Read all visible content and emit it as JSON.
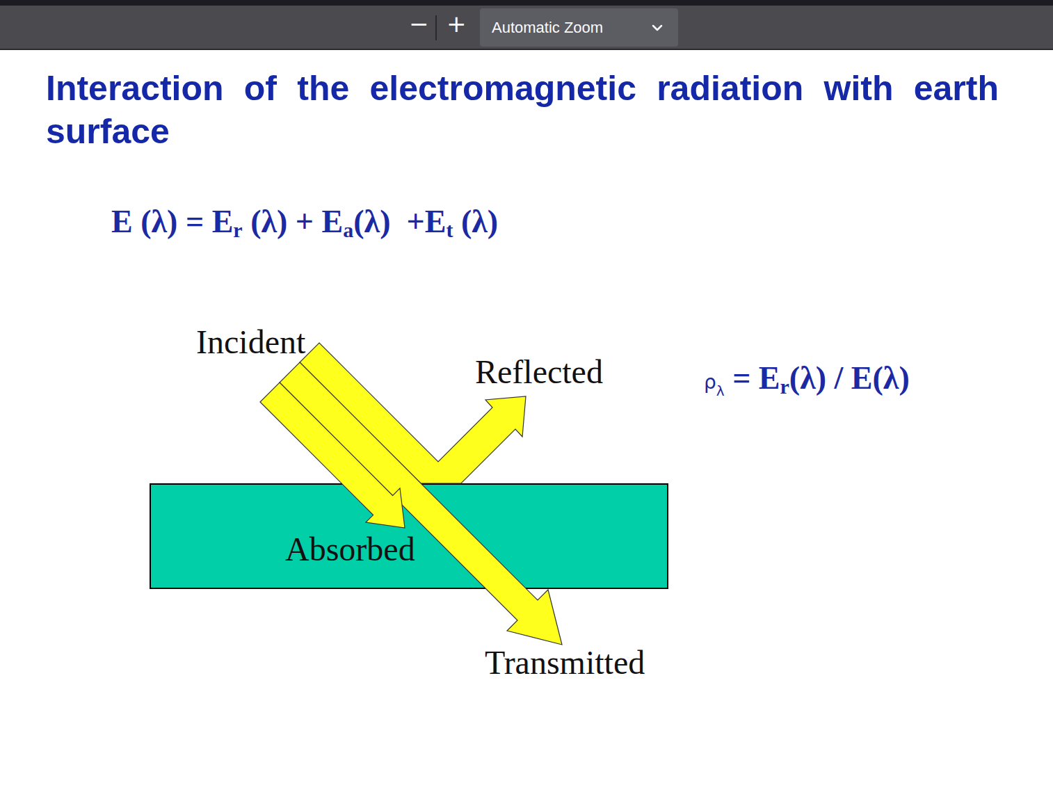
{
  "diagram": {
    "title": "Interaction of the electromagnetic radiation with earth surface",
    "nodes": [
      {
        "text": [
          "Automatic Zoom"
        ]
      },
      {
        "text": [
          "Absorbed"
        ]
      }
    ],
    "labels": [
      "−",
      "+",
      "E (λ) = E",
      "r",
      " (λ) + E",
      "a",
      "(λ)  +E",
      "t",
      " (λ)",
      "Incident",
      "Reflected",
      "Transmitted",
      "ρ",
      "λ",
      " = E",
      "r",
      "(λ) / E(λ)"
    ]
  }
}
